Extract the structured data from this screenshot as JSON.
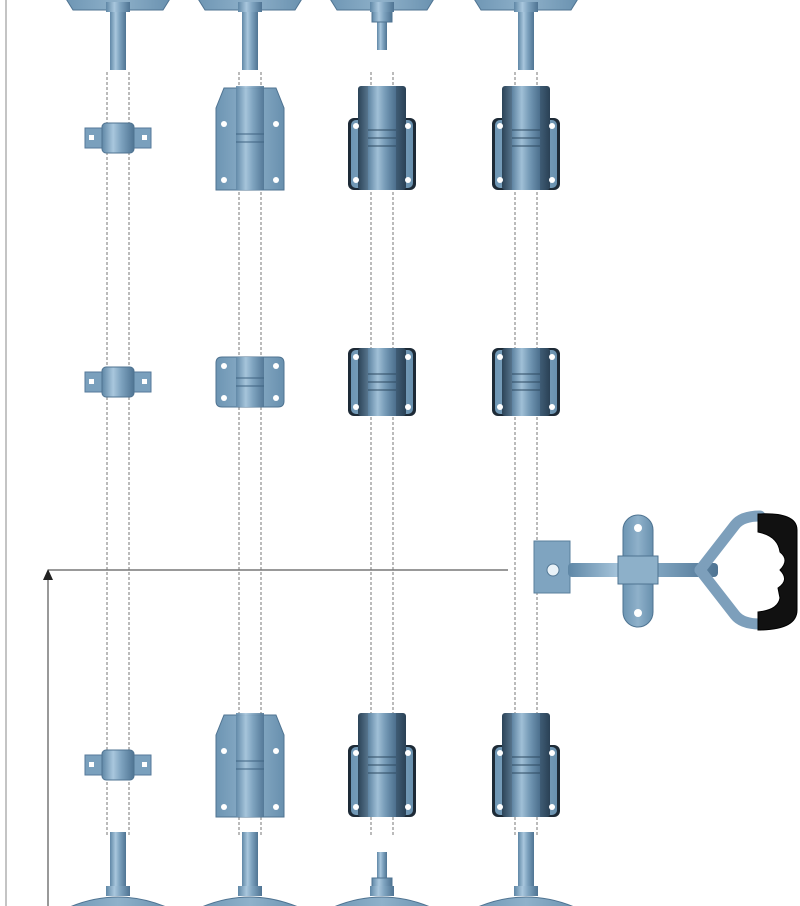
{
  "diagram": {
    "kind": "door locking rod assembly",
    "columns": [
      {
        "id": "col-1",
        "bracket_style": "small-clamp"
      },
      {
        "id": "col-2",
        "bracket_style": "plain-guide"
      },
      {
        "id": "col-3",
        "bracket_style": "dark-guide",
        "top_cam_variant": "stepped"
      },
      {
        "id": "col-4",
        "bracket_style": "dark-guide"
      }
    ],
    "handle": {
      "icon": "locking-handle-icon",
      "grip_color": "#111111"
    },
    "colors": {
      "metal_light": "#9bbcd4",
      "metal_mid": "#6f97b5",
      "metal_dark": "#3e5e78",
      "bracket_dark": "#1d2a36",
      "line": "#555555"
    }
  }
}
